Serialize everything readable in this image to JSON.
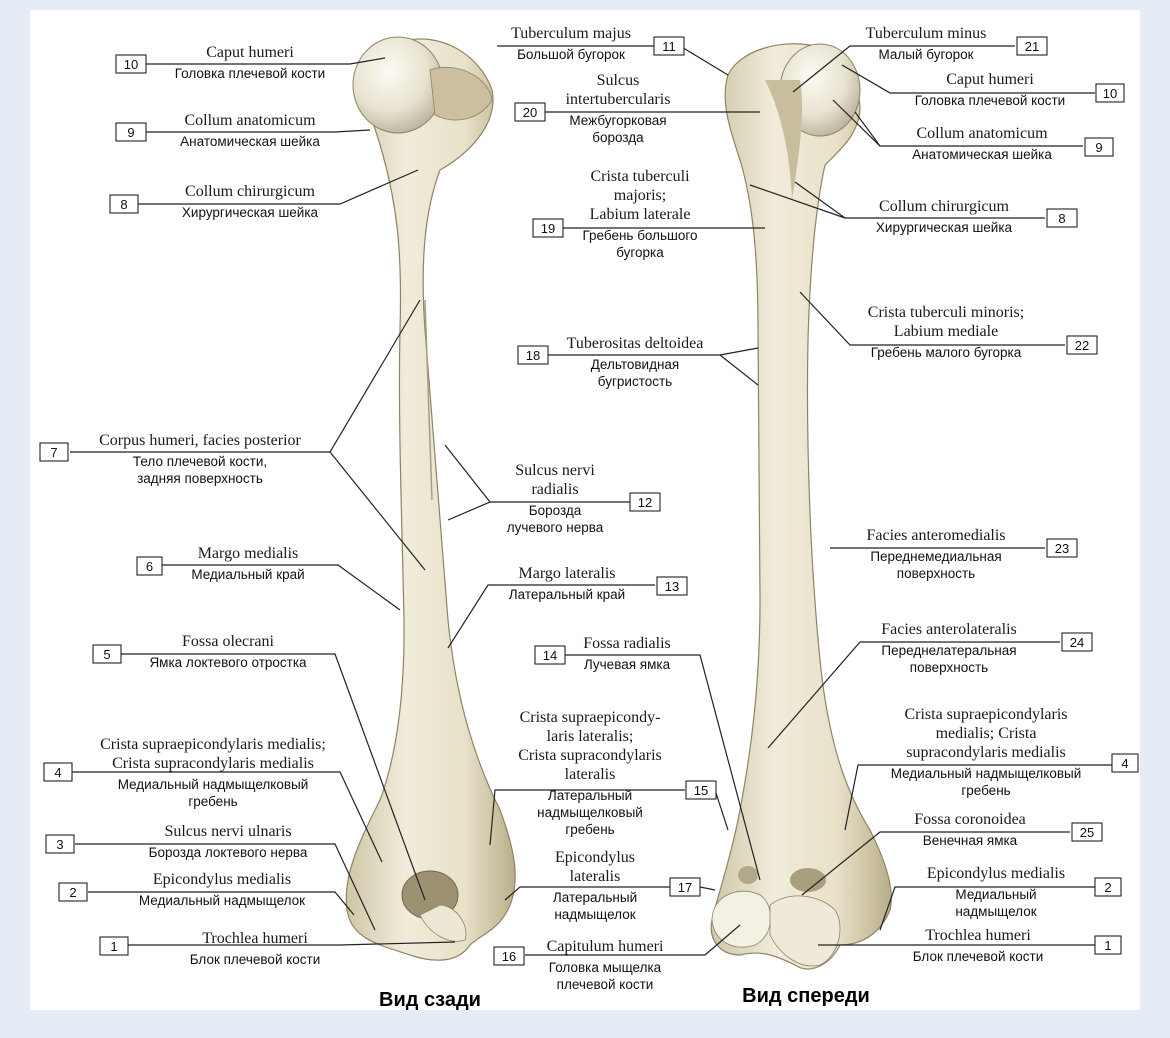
{
  "views": {
    "posterior": "Вид сзади",
    "anterior": "Вид спереди"
  },
  "labels": [
    {
      "id": "p10",
      "num": "10",
      "latin": [
        "Caput humeri"
      ],
      "ru": [
        "Головка плечевой кости"
      ]
    },
    {
      "id": "p9",
      "num": "9",
      "latin": [
        "Collum anatomicum"
      ],
      "ru": [
        "Анатомическая шейка"
      ]
    },
    {
      "id": "p8",
      "num": "8",
      "latin": [
        "Collum chirurgicum"
      ],
      "ru": [
        "Хирургическая шейка"
      ]
    },
    {
      "id": "p7",
      "num": "7",
      "latin": [
        "Corpus humeri, facies posterior"
      ],
      "ru": [
        "Тело плечевой кости,",
        "задняя поверхность"
      ]
    },
    {
      "id": "p6",
      "num": "6",
      "latin": [
        "Margo medialis"
      ],
      "ru": [
        "Медиальный край"
      ]
    },
    {
      "id": "p5",
      "num": "5",
      "latin": [
        "Fossa olecrani"
      ],
      "ru": [
        "Ямка локтевого отростка"
      ]
    },
    {
      "id": "p4",
      "num": "4",
      "latin": [
        "Crista supraepicondylaris medialis;",
        "Crista supracondylaris medialis"
      ],
      "ru": [
        "Медиальный надмыщелковый",
        "гребень"
      ]
    },
    {
      "id": "p3",
      "num": "3",
      "latin": [
        "Sulcus nervi ulnaris"
      ],
      "ru": [
        "Борозда локтевого нерва"
      ]
    },
    {
      "id": "p2",
      "num": "2",
      "latin": [
        "Epicondylus medialis"
      ],
      "ru": [
        "Медиальный надмыщелок"
      ]
    },
    {
      "id": "p1",
      "num": "1",
      "latin": [
        "Trochlea humeri"
      ],
      "ru": [
        "Блок плечевой кости"
      ]
    },
    {
      "id": "c11",
      "num": "11",
      "latin": [
        "Tuberculum majus"
      ],
      "ru": [
        "Большой бугорок"
      ]
    },
    {
      "id": "c20",
      "num": "20",
      "latin": [
        "Sulcus",
        "intertubercularis"
      ],
      "ru": [
        "Межбугорковая",
        "борозда"
      ]
    },
    {
      "id": "c19",
      "num": "19",
      "latin": [
        "Crista tuberculi",
        "majoris;",
        "Labium laterale"
      ],
      "ru": [
        "Гребень большого",
        "бугорка"
      ]
    },
    {
      "id": "c18",
      "num": "18",
      "latin": [
        "Tuberositas deltoidea"
      ],
      "ru": [
        "Дельтовидная",
        "бугристость"
      ]
    },
    {
      "id": "c12",
      "num": "12",
      "latin": [
        "Sulcus nervi",
        "radialis"
      ],
      "ru": [
        "Борозда",
        "лучевого нерва"
      ]
    },
    {
      "id": "c13",
      "num": "13",
      "latin": [
        "Margo lateralis"
      ],
      "ru": [
        "Латеральный край"
      ]
    },
    {
      "id": "c14",
      "num": "14",
      "latin": [
        "Fossa radialis"
      ],
      "ru": [
        "Лучевая ямка"
      ]
    },
    {
      "id": "c15",
      "num": "15",
      "latin": [
        "Crista supraepicondy-",
        "laris lateralis;",
        "Crista supracondylaris",
        "lateralis"
      ],
      "ru": [
        "Латеральный",
        "надмыщелковый",
        "гребень"
      ]
    },
    {
      "id": "c17",
      "num": "17",
      "latin": [
        "Epicondylus",
        "lateralis"
      ],
      "ru": [
        "Латеральный",
        "надмыщелок"
      ]
    },
    {
      "id": "c16",
      "num": "16",
      "latin": [
        "Capitulum humeri"
      ],
      "ru": [
        "Головка мыщелка",
        "плечевой кости"
      ]
    },
    {
      "id": "a21",
      "num": "21",
      "latin": [
        "Tuberculum minus"
      ],
      "ru": [
        "Малый бугорок"
      ]
    },
    {
      "id": "a10",
      "num": "10",
      "latin": [
        "Caput humeri"
      ],
      "ru": [
        "Головка плечевой кости"
      ]
    },
    {
      "id": "a9",
      "num": "9",
      "latin": [
        "Collum anatomicum"
      ],
      "ru": [
        "Анатомическая шейка"
      ]
    },
    {
      "id": "a8",
      "num": "8",
      "latin": [
        "Collum chirurgicum"
      ],
      "ru": [
        "Хирургическая шейка"
      ]
    },
    {
      "id": "a22",
      "num": "22",
      "latin": [
        "Crista tuberculi minoris;",
        "Labium mediale"
      ],
      "ru": [
        "Гребень малого бугорка"
      ]
    },
    {
      "id": "a23",
      "num": "23",
      "latin": [
        "Facies anteromedialis"
      ],
      "ru": [
        "Переднемедиальная",
        "поверхность"
      ]
    },
    {
      "id": "a24",
      "num": "24",
      "latin": [
        "Facies anterolateralis"
      ],
      "ru": [
        "Переднелатеральная",
        "поверхность"
      ]
    },
    {
      "id": "a4",
      "num": "4",
      "latin": [
        "Crista supraepicondylaris",
        "medialis; Crista",
        "supracondylaris medialis"
      ],
      "ru": [
        "Медиальный надмыщелковый",
        "гребень"
      ]
    },
    {
      "id": "a25",
      "num": "25",
      "latin": [
        "Fossa coronoidea"
      ],
      "ru": [
        "Венечная ямка"
      ]
    },
    {
      "id": "a2",
      "num": "2",
      "latin": [
        "Epicondylus medialis"
      ],
      "ru": [
        "Медиальный",
        "надмыщелок"
      ]
    },
    {
      "id": "a1",
      "num": "1",
      "latin": [
        "Trochlea humeri"
      ],
      "ru": [
        "Блок плечевой кости"
      ]
    }
  ]
}
